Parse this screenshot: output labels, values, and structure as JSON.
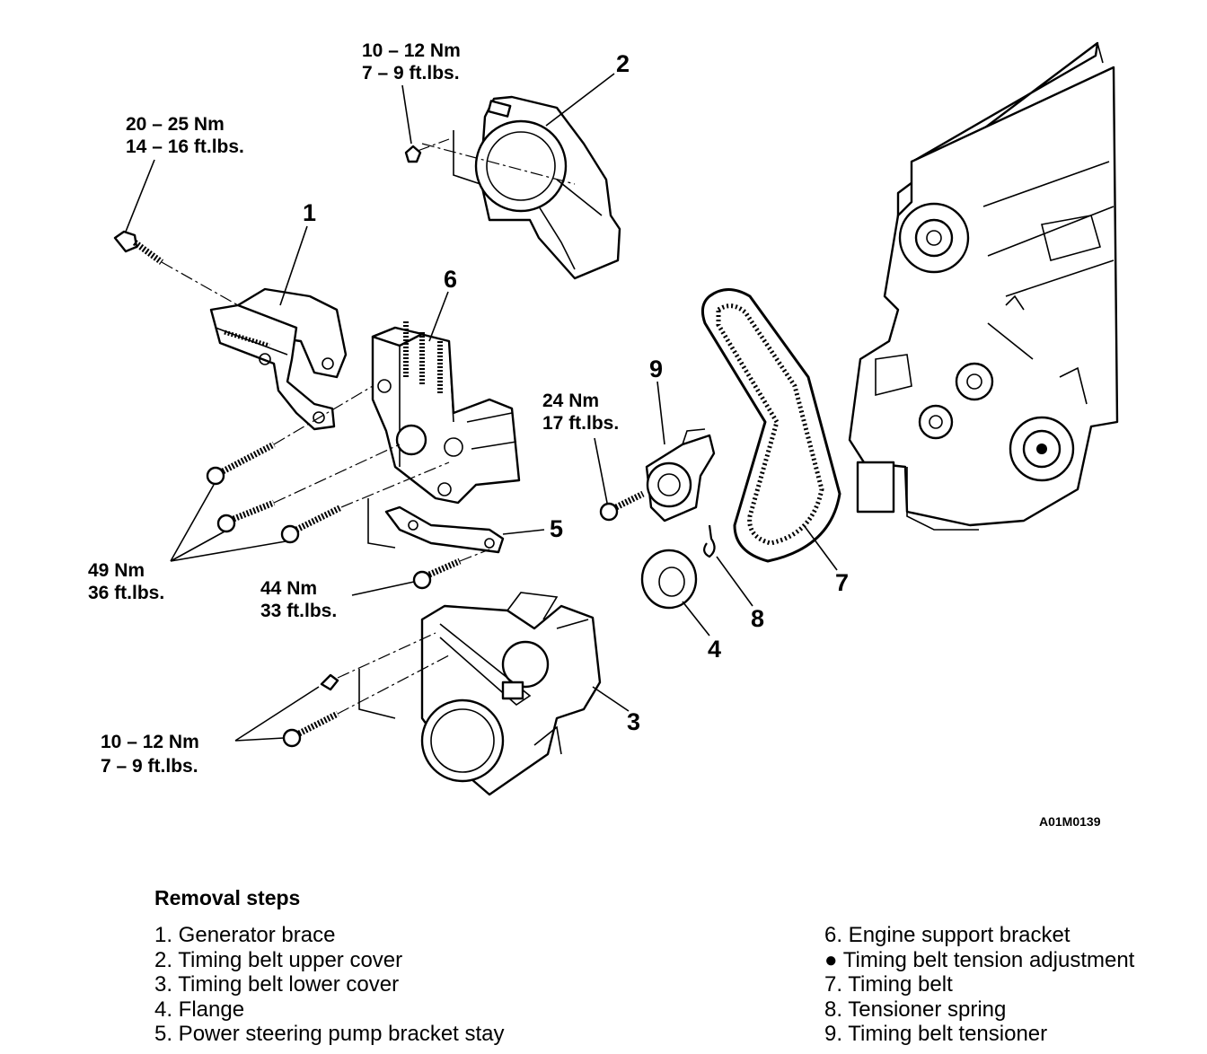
{
  "figure_id": "A01M0139",
  "torque_labels": {
    "t1_nm": "10 – 12 Nm",
    "t1_ft": "7 – 9 ft.lbs.",
    "t2_nm": "20 – 25 Nm",
    "t2_ft": "14 – 16 ft.lbs.",
    "t3_nm": "24 Nm",
    "t3_ft": "17 ft.lbs.",
    "t4_nm": "49 Nm",
    "t4_ft": "36 ft.lbs.",
    "t5_nm": "44 Nm",
    "t5_ft": "33 ft.lbs.",
    "t6_nm": "10 – 12 Nm",
    "t6_ft": "7 – 9 ft.lbs."
  },
  "callouts": [
    "1",
    "2",
    "3",
    "4",
    "5",
    "6",
    "7",
    "8",
    "9"
  ],
  "removal": {
    "title": "Removal steps",
    "left": [
      "1. Generator brace",
      "2. Timing belt upper cover",
      "3. Timing belt lower cover",
      "4. Flange",
      "5. Power steering pump bracket stay"
    ],
    "right": [
      "6. Engine support bracket",
      "●  Timing belt tension adjustment",
      "7. Timing belt",
      "8. Tensioner spring",
      "9. Timing belt tensioner"
    ]
  }
}
